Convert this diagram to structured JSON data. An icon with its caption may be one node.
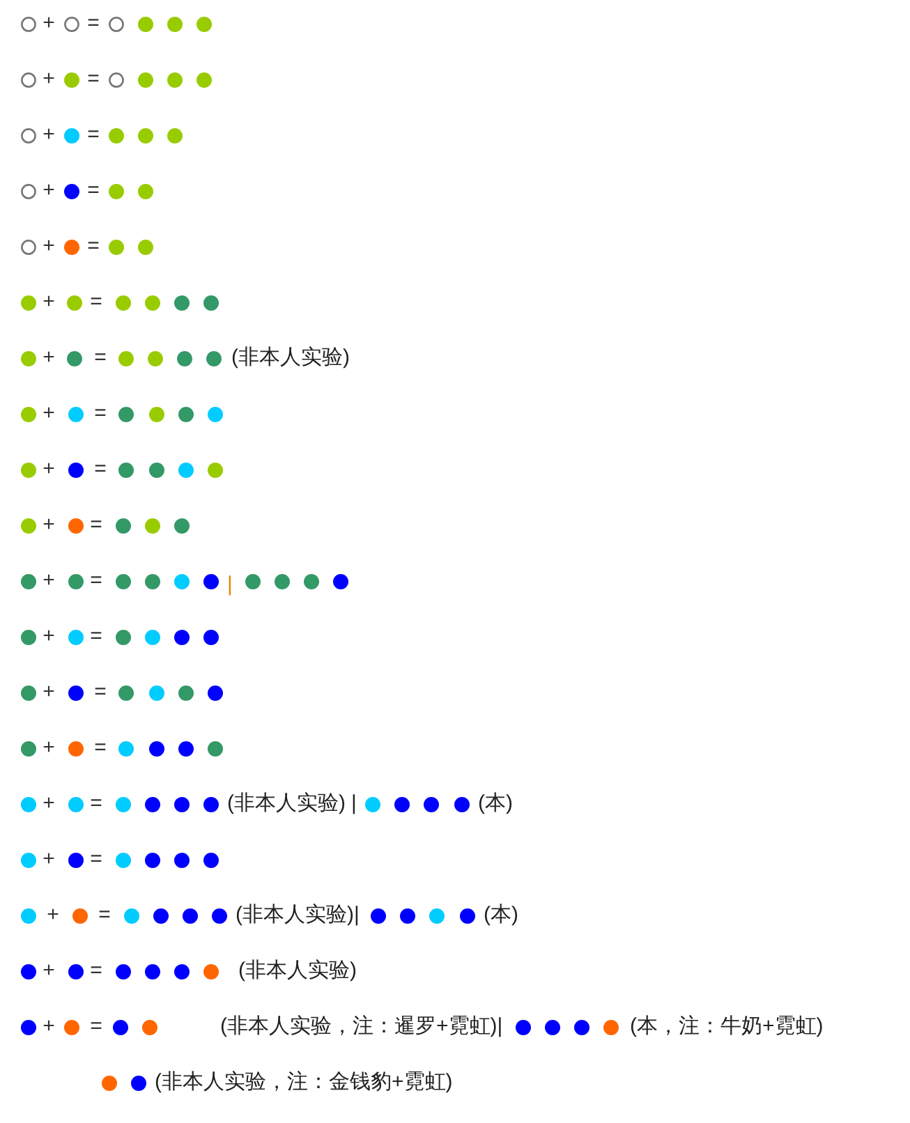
{
  "diagram": {
    "labels": [
      "+",
      "=",
      "+",
      "=",
      "+",
      "=",
      "+",
      "=",
      "+",
      "=",
      "+",
      "=",
      "+",
      "=",
      "(非本人实验)",
      "+",
      "=",
      "+",
      "=",
      "+",
      "=",
      "+",
      "=",
      "|",
      "+",
      "=",
      "+",
      "=",
      "+",
      "=",
      "+",
      "=",
      "(非本人实验)",
      "|",
      "(本)",
      "+",
      "=",
      "+",
      "=",
      "(非本人实验)|",
      "(本)",
      "+",
      "=",
      "(非本人实验)",
      "+",
      "=",
      "(非本人实验，注：暹罗+霓虹)|",
      "(本，注：牛奶+霓虹)",
      "(非本人实验，注：金钱豹+霓虹)"
    ]
  }
}
